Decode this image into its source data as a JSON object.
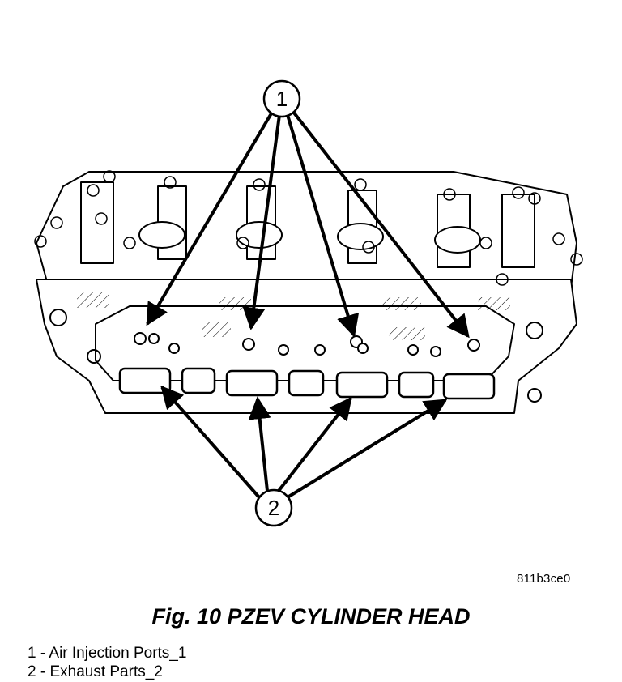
{
  "callouts": [
    "1",
    "2"
  ],
  "figure_code": "811b3ce0",
  "title": "Fig. 10 PZEV CYLINDER HEAD",
  "legend": [
    "1 - Air Injection Ports_1",
    "2 - Exhaust Parts_2"
  ]
}
